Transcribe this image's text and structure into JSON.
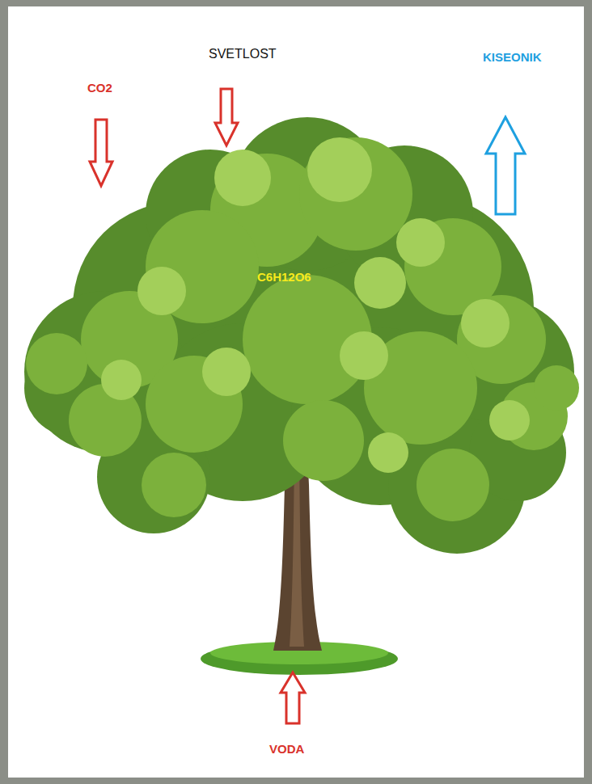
{
  "diagram": {
    "labels": [
      "CO2",
      "SVETLOST",
      "KISEONIK",
      "C6H12O6",
      "VODA"
    ]
  }
}
